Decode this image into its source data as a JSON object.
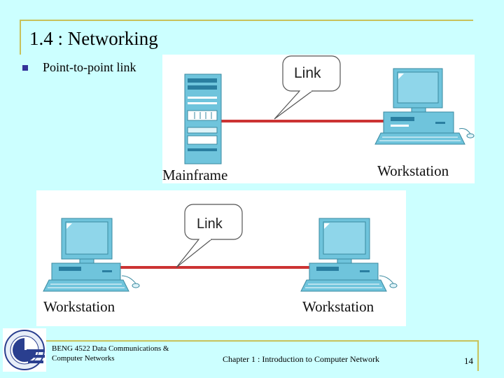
{
  "slide": {
    "title": "1.4 : Networking",
    "bullet": "Point-to-point link"
  },
  "diagram1": {
    "link_label": "Link",
    "left_label": "Mainframe",
    "right_label": "Workstation"
  },
  "diagram2": {
    "link_label": "Link",
    "left_label": "Workstation",
    "right_label": "Workstation"
  },
  "footer": {
    "course_line1": "BENG 4522 Data Communications &",
    "course_line2": "Computer Networks",
    "chapter": "Chapter 1 : Introduction to Computer Network",
    "page_number": "14"
  },
  "colors": {
    "background": "#ccffff",
    "frame": "#c8c25a",
    "bullet": "#333399",
    "link_line": "#cc3333",
    "equipment": "#6fc4dc"
  },
  "icons": {
    "bullet": "square-bullet-icon",
    "logo": "university-seal-logo"
  }
}
